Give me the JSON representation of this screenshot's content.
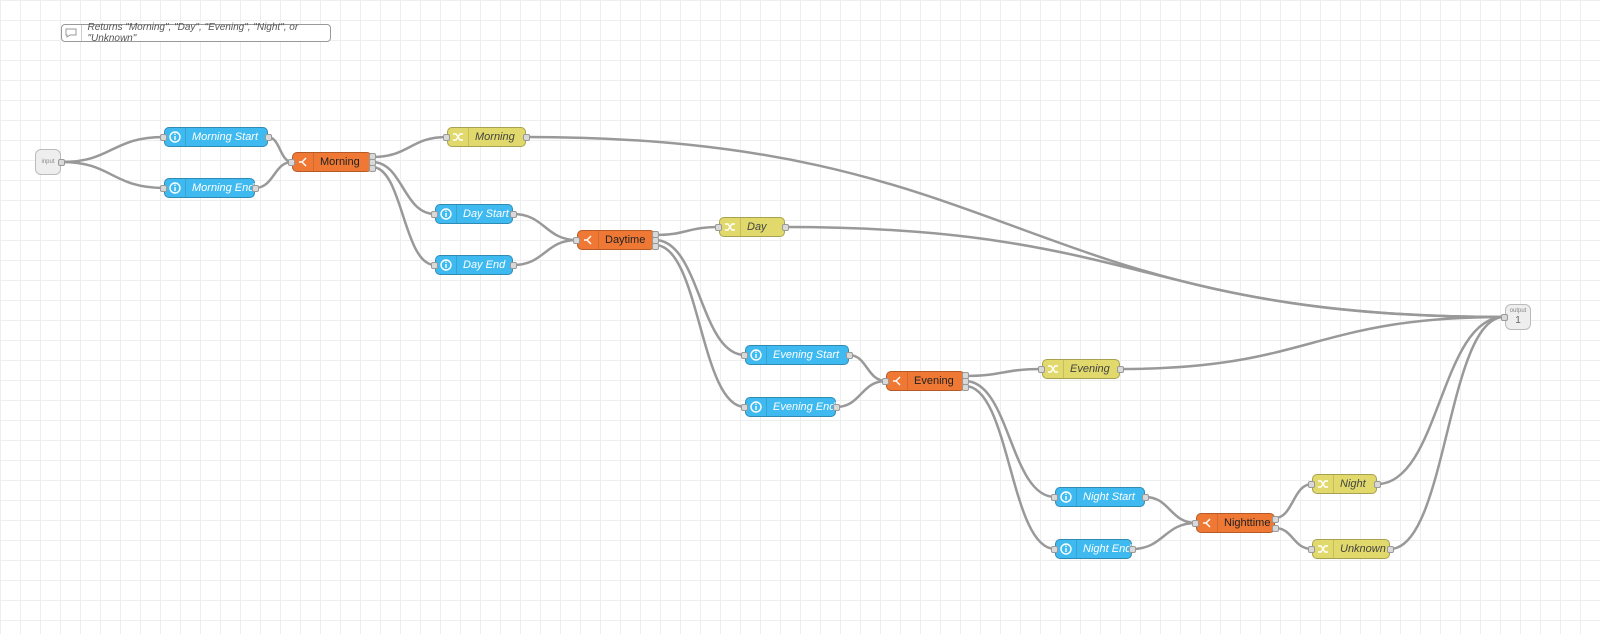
{
  "comment": {
    "text": "Returns \"Morning\", \"Day\", \"Evening\", \"Night\", or \"Unknown\""
  },
  "input_node": {
    "label": "input"
  },
  "output_node": {
    "label": "output",
    "number": "1"
  },
  "change_nodes": {
    "morning_start": "Morning Start",
    "morning_end": "Morning End",
    "day_start": "Day Start",
    "day_end": "Day End",
    "evening_start": "Evening Start",
    "evening_end": "Evening End",
    "night_start": "Night Start",
    "night_end": "Night End"
  },
  "switch_nodes": {
    "morning": "Morning",
    "daytime": "Daytime",
    "evening": "Evening",
    "nighttime": "Nighttime"
  },
  "template_nodes": {
    "morning": "Morning",
    "day": "Day",
    "evening": "Evening",
    "night": "Night",
    "unknown": "Unknown"
  },
  "colors": {
    "change": "#3fbaf0",
    "switch": "#ef7834",
    "template": "#e1d96b",
    "wire": "#999999"
  },
  "icons": {
    "change": "info-icon",
    "switch": "switch-icon",
    "template": "shuffle-icon",
    "comment": "comment-icon"
  }
}
